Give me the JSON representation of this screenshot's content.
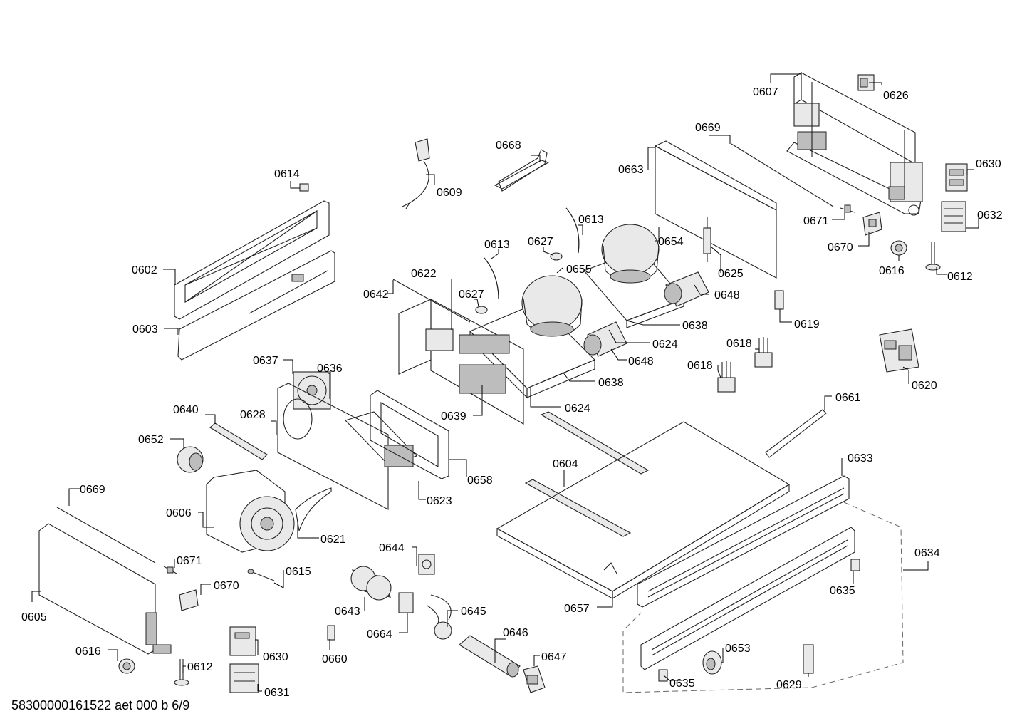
{
  "diagram": {
    "footer_code": "58300000161522 aet 000 b 6/9",
    "labels": {
      "p0607": "0607",
      "p0626": "0626",
      "p0669a": "0669",
      "p0668": "0668",
      "p0663": "0663",
      "p0630a": "0630",
      "p0614": "0614",
      "p0609": "0609",
      "p0671a": "0671",
      "p0632": "0632",
      "p0613a": "0613",
      "p0654": "0654",
      "p0670a": "0670",
      "p0627a": "0627",
      "p0613b": "0613",
      "p0655": "0655",
      "p0616a": "0616",
      "p0612a": "0612",
      "p0602": "0602",
      "p0622": "0622",
      "p0625": "0625",
      "p0642": "0642",
      "p0627b": "0627",
      "p0648a": "0648",
      "p0619": "0619",
      "p0603": "0603",
      "p0638a": "0638",
      "p0624a": "0624",
      "p0618a": "0618",
      "p0637": "0637",
      "p0636": "0636",
      "p0648b": "0648",
      "p0618b": "0618",
      "p0638b": "0638",
      "p0620": "0620",
      "p0640": "0640",
      "p0628": "0628",
      "p0624b": "0624",
      "p0661": "0661",
      "p0639": "0639",
      "p0652": "0652",
      "p0604": "0604",
      "p0633": "0633",
      "p0658": "0658",
      "p0669b": "0669",
      "p0606": "0606",
      "p0623": "0623",
      "p0621": "0621",
      "p0644": "0644",
      "p0634": "0634",
      "p0671b": "0671",
      "p0615": "0615",
      "p0635a": "0635",
      "p0605": "0605",
      "p0670b": "0670",
      "p0643": "0643",
      "p0645": "0645",
      "p0657": "0657",
      "p0664": "0664",
      "p0646": "0646",
      "p0653": "0653",
      "p0616b": "0616",
      "p0630b": "0630",
      "p0660": "0660",
      "p0647": "0647",
      "p0612b": "0612",
      "p0635b": "0635",
      "p0629": "0629",
      "p0631": "0631"
    }
  }
}
